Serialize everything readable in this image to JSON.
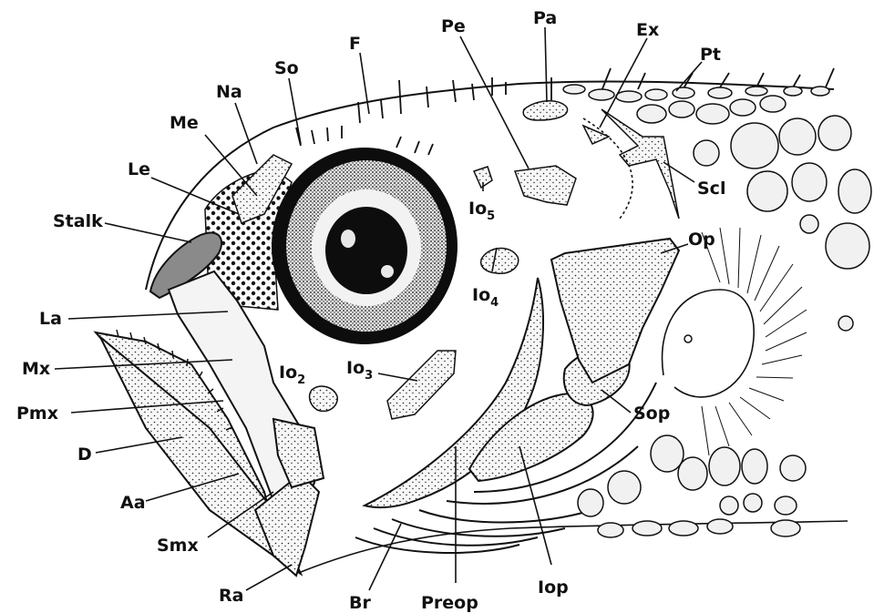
{
  "labels": {
    "F": "F",
    "Pe": "Pe",
    "Pa": "Pa",
    "Ex": "Ex",
    "Pt": "Pt",
    "So": "So",
    "Na": "Na",
    "Me": "Me",
    "Le": "Le",
    "Stalk": "Stalk",
    "La": "La",
    "Mx": "Mx",
    "Pmx": "Pmx",
    "D": "D",
    "Aa": "Aa",
    "Smx": "Smx",
    "Ra": "Ra",
    "Br": "Br",
    "Preop": "Preop",
    "Iop": "Iop",
    "Sop": "Sop",
    "Op": "Op",
    "Scl": "Scl",
    "Io": "Io",
    "io5_sub": "5",
    "io4_sub": "4",
    "io2_sub": "2",
    "io3_sub": "3"
  },
  "colors": {
    "ink": "#111111",
    "stalk_fill": "#8a8a8a",
    "eye_ring": "#0d0d0d"
  }
}
